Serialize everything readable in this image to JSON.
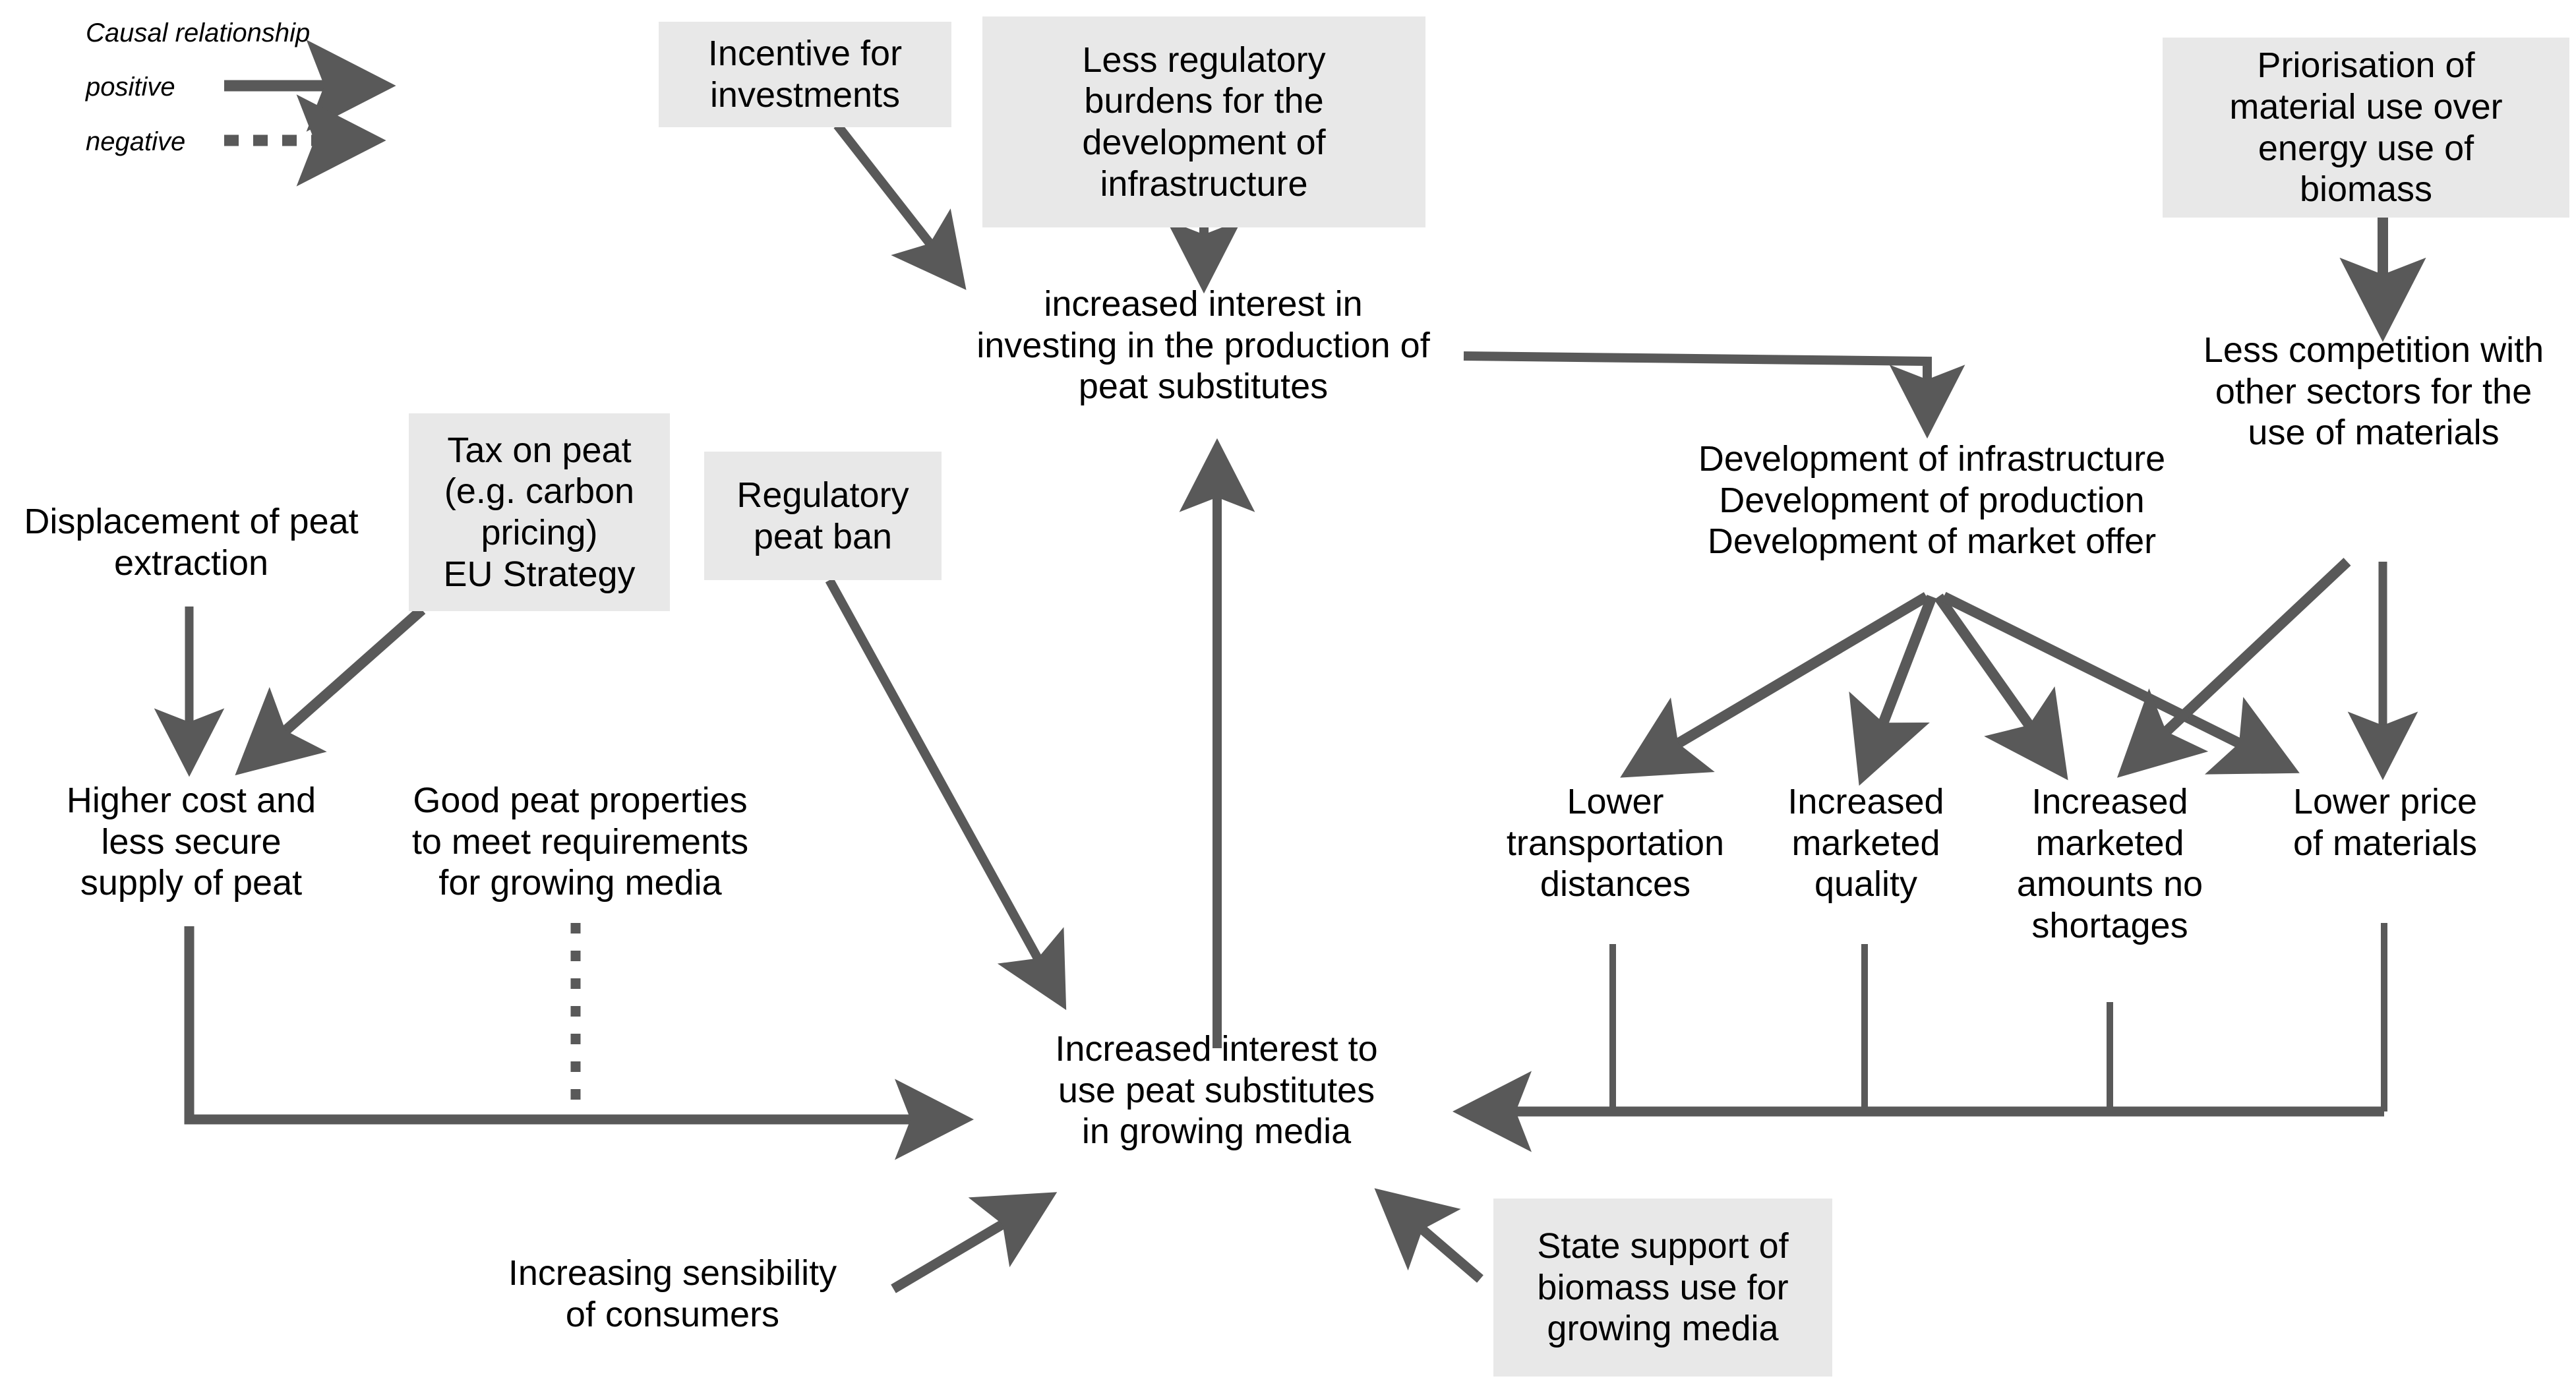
{
  "diagram": {
    "title_hidden": "",
    "colors": {
      "edge": "#595959",
      "box_fill": "#e8e8e8",
      "text": "#000000",
      "background": "#ffffff"
    },
    "legend": {
      "title": "Causal relationship",
      "positive_label": "positive",
      "negative_label": "negative"
    },
    "nodes": [
      {
        "id": "incentive",
        "label": "Incentive for\ninvestments",
        "boxed": true
      },
      {
        "id": "less_reg",
        "label": "Less regulatory\nburdens for the\ndevelopment of\ninfrastructure",
        "boxed": true
      },
      {
        "id": "priorisation",
        "label": "Priorisation of\nmaterial use over\nenergy use of\nbiomass",
        "boxed": true
      },
      {
        "id": "tax_peat",
        "label": "Tax  on peat\n(e.g. carbon\npricing)\nEU Strategy",
        "boxed": true
      },
      {
        "id": "peat_ban",
        "label": "Regulatory\npeat ban",
        "boxed": true
      },
      {
        "id": "state_support",
        "label": "State support of\nbiomass use for\ngrowing media",
        "boxed": true
      },
      {
        "id": "incr_interest_inv",
        "label": "increased interest in\ninvesting in the production of\npeat substitutes",
        "boxed": false
      },
      {
        "id": "less_competition",
        "label": "Less competition with\nother sectors for the\nuse of materials",
        "boxed": false
      },
      {
        "id": "displacement",
        "label": "Displacement of peat\nextraction",
        "boxed": false
      },
      {
        "id": "higher_cost",
        "label": "Higher cost and\nless secure\nsupply of peat",
        "boxed": false
      },
      {
        "id": "good_peat",
        "label": "Good peat properties\nto meet requirements\nfor growing media",
        "boxed": false
      },
      {
        "id": "development",
        "label": "Development of infrastructure\nDevelopment of production\nDevelopment of market offer",
        "boxed": false
      },
      {
        "id": "lower_transport",
        "label": "Lower\ntransportation\ndistances",
        "boxed": false
      },
      {
        "id": "incr_quality",
        "label": "Increased\nmarketed\nquality",
        "boxed": false
      },
      {
        "id": "incr_amounts",
        "label": "Increased\nmarketed\namounts no\nshortages",
        "boxed": false
      },
      {
        "id": "lower_price",
        "label": "Lower price\nof materials",
        "boxed": false
      },
      {
        "id": "incr_interest_use",
        "label": "Increased interest to\nuse peat substitutes\nin growing media",
        "boxed": false
      },
      {
        "id": "sensibility",
        "label": "Increasing sensibility\nof consumers",
        "boxed": false
      }
    ],
    "edges": [
      {
        "from": "incentive",
        "to": "incr_interest_inv",
        "sign": "positive"
      },
      {
        "from": "less_reg",
        "to": "incr_interest_inv",
        "sign": "positive"
      },
      {
        "from": "priorisation",
        "to": "less_competition",
        "sign": "positive"
      },
      {
        "from": "incr_interest_inv",
        "to": "development",
        "sign": "positive"
      },
      {
        "from": "displacement",
        "to": "higher_cost",
        "sign": "positive"
      },
      {
        "from": "tax_peat",
        "to": "higher_cost",
        "sign": "positive"
      },
      {
        "from": "peat_ban",
        "to": "incr_interest_use",
        "sign": "positive"
      },
      {
        "from": "higher_cost",
        "to": "incr_interest_use",
        "sign": "positive"
      },
      {
        "from": "good_peat",
        "to": "incr_interest_use",
        "sign": "negative"
      },
      {
        "from": "incr_interest_use",
        "to": "incr_interest_inv",
        "sign": "positive"
      },
      {
        "from": "development",
        "to": "lower_transport",
        "sign": "positive"
      },
      {
        "from": "development",
        "to": "incr_quality",
        "sign": "positive"
      },
      {
        "from": "development",
        "to": "incr_amounts",
        "sign": "positive"
      },
      {
        "from": "development",
        "to": "lower_price",
        "sign": "positive"
      },
      {
        "from": "less_competition",
        "to": "incr_amounts",
        "sign": "positive"
      },
      {
        "from": "less_competition",
        "to": "lower_price",
        "sign": "positive"
      },
      {
        "from": "lower_transport",
        "to": "incr_interest_use",
        "sign": "positive"
      },
      {
        "from": "incr_quality",
        "to": "incr_interest_use",
        "sign": "positive"
      },
      {
        "from": "incr_amounts",
        "to": "incr_interest_use",
        "sign": "positive"
      },
      {
        "from": "lower_price",
        "to": "incr_interest_use",
        "sign": "positive"
      },
      {
        "from": "sensibility",
        "to": "incr_interest_use",
        "sign": "positive"
      },
      {
        "from": "state_support",
        "to": "incr_interest_use",
        "sign": "positive"
      }
    ]
  }
}
